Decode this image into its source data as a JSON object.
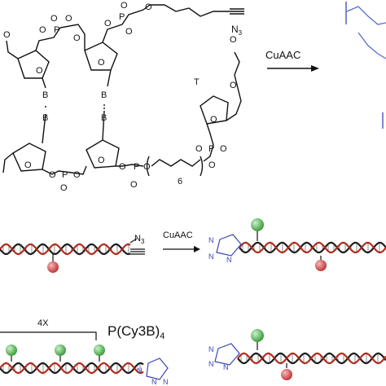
{
  "colors": {
    "strand_black": "#1a1a1a",
    "strand_red": "#b52a1c",
    "ball_green": "#5cc25c",
    "ball_red": "#e0595a",
    "azide_blue": "#3a44b8",
    "product_blue": "#5a6fc4"
  },
  "labels": {
    "cuaac_top": "CuAAC",
    "cuaac_mid": "CuAAC",
    "repeat": "4X",
    "polymer": "P(Cy3B)",
    "polymer_sub": "4",
    "azide_mid": "N",
    "azide_mid_sub": "3",
    "azide_top": "N",
    "azide_top_sub": "3",
    "loop_count": "6",
    "thymine": "T"
  },
  "chemistry": {
    "atoms": {
      "o_minus": "O",
      "o_double": "O",
      "p": "P",
      "ring_o": "O",
      "base": "B",
      "n": "N"
    },
    "charge": "−"
  }
}
